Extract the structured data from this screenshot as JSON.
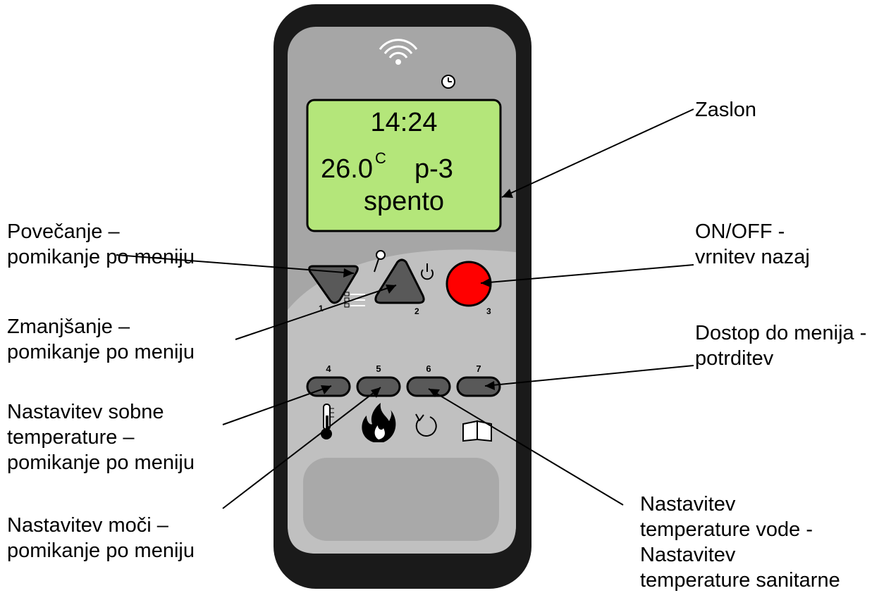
{
  "display": {
    "time": "14:24",
    "temperature": "26.0",
    "temperature_unit": "C",
    "power_level": "p-3",
    "status": "spento"
  },
  "buttons": {
    "b1": "1",
    "b2": "2",
    "b3": "3",
    "b4": "4",
    "b5": "5",
    "b6": "6",
    "b7": "7"
  },
  "labels": {
    "zaslon": [
      "Zaslon"
    ],
    "povecanje": [
      "Povečanje –",
      "pomikanje po meniju"
    ],
    "onoff": [
      "ON/OFF -",
      "vrnitev nazaj"
    ],
    "zmanjsanje": [
      "Zmanjšanje –",
      "pomikanje po meniju"
    ],
    "dostop": [
      "Dostop do menija -",
      "potrditev"
    ],
    "sobna": [
      "Nastavitev sobne",
      "temperature –",
      "pomikanje po meniju"
    ],
    "moc": [
      "Nastavitev moči –",
      "pomikanje po meniju"
    ],
    "voda": [
      "Nastavitev",
      "temperature vode -",
      "Nastavitev",
      "temperature sanitarne"
    ]
  },
  "colors": {
    "body_outer": "#1a1a1a",
    "panel": "#a6a6a6",
    "panel_lower": "#c0c0c0",
    "lcd": "#b4e67a",
    "button_dark": "#595959",
    "power_button": "#ff0000"
  }
}
